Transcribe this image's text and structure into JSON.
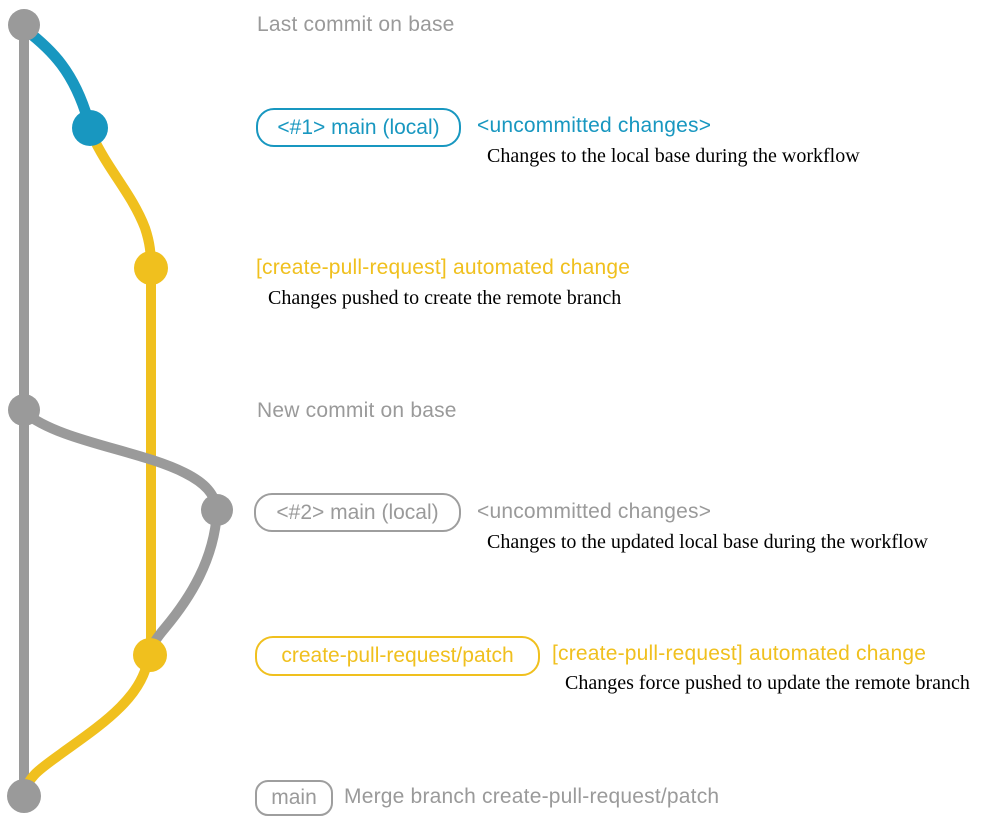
{
  "diagram_title": "create-pull-request git workflow diagram",
  "colors": {
    "base_branch_gray": "#9a9a9a",
    "local_main_teal": "#1897c0",
    "patch_branch_yellow": "#f0c01e",
    "description_text": "#000000"
  },
  "graph": {
    "branches": [
      {
        "name": "base (main)",
        "color": "#9a9a9a"
      },
      {
        "name": "main (local)",
        "color": "#1897c0"
      },
      {
        "name": "create-pull-request/patch",
        "color": "#f0c01e"
      }
    ],
    "commits": [
      {
        "name": "last-commit-on-base",
        "branch": "base (main)"
      },
      {
        "name": "local-uncommitted-1",
        "branch": "main (local)"
      },
      {
        "name": "automated-change-1",
        "branch": "create-pull-request/patch"
      },
      {
        "name": "new-commit-on-base",
        "branch": "base (main)"
      },
      {
        "name": "local-uncommitted-2",
        "branch": "main (local)"
      },
      {
        "name": "automated-change-2",
        "branch": "create-pull-request/patch"
      },
      {
        "name": "merge-commit",
        "branch": "base (main)"
      }
    ]
  },
  "rows": {
    "r1": {
      "heading": "Last commit on base"
    },
    "r2": {
      "badge": "<#1> main (local)",
      "heading": "<uncommitted changes>",
      "desc": "Changes to the local base during the workflow"
    },
    "r3": {
      "heading": "[create-pull-request] automated change",
      "desc": "Changes pushed to create the remote branch"
    },
    "r4": {
      "heading": "New commit on base"
    },
    "r5": {
      "badge": "<#2> main (local)",
      "heading": "<uncommitted changes>",
      "desc": "Changes to the updated local base during the workflow"
    },
    "r6": {
      "badge": "create-pull-request/patch",
      "heading": "[create-pull-request] automated change",
      "desc": "Changes force pushed to update the remote branch"
    },
    "r7": {
      "badge": "main",
      "heading": "Merge branch create-pull-request/patch"
    }
  }
}
